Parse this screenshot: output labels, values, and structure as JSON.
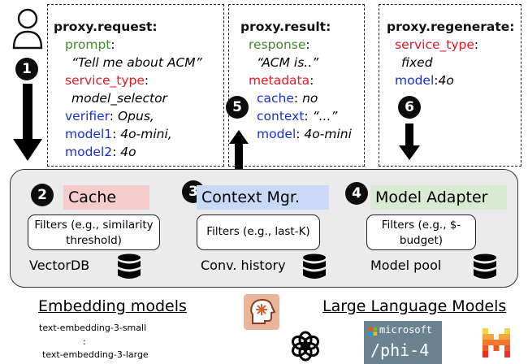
{
  "badges": [
    "1",
    "2",
    "3",
    "4",
    "5",
    "6"
  ],
  "request": {
    "title": "proxy.request:",
    "prompt_key": "prompt",
    "prompt_value": "“Tell me about ACM”",
    "service_key": "service_type",
    "service_value": "model_selector",
    "verifier_key": "verifier",
    "verifier_value": "Opus,",
    "model1_key": "model1",
    "model1_value": "4o-mini,",
    "model2_key": "model2",
    "model2_value": "4o"
  },
  "result": {
    "title": "proxy.result:",
    "response_key": "response",
    "response_value": "“ACM is..”",
    "metadata_key": "metadata",
    "cache_key": "cache",
    "cache_value": "no",
    "context_key": "context",
    "context_value": "“...”",
    "model_key": "model",
    "model_value": "4o-mini"
  },
  "regenerate": {
    "title": "proxy.regenerate:",
    "service_key": "service_type",
    "service_value": "fixed",
    "model_key": "model",
    "model_value": "4o"
  },
  "modules": {
    "cache": {
      "title": "Cache",
      "filter": "Filters (e.g., similarity threshold)",
      "footer": "VectorDB",
      "color": "#f4cccc"
    },
    "context": {
      "title": "Context Mgr.",
      "filter": "Filters (e.g., last-K)",
      "footer": "Conv. history",
      "color": "#c9daf8"
    },
    "adapter": {
      "title": "Model Adapter",
      "filter": "Filters (e.g., $-budget)",
      "footer": "Model pool",
      "color": "#d9ead3"
    }
  },
  "bottom": {
    "embedding_title": "Embedding models",
    "embedding_items": [
      "text-embedding-3-small",
      ":",
      "text-embedding-3-large"
    ],
    "llm_title": "Large Language Models",
    "logo_microsoft_top": "microsoft",
    "logo_microsoft_bottom": "/phi-4"
  },
  "icons": [
    "user-icon",
    "database-icon",
    "claude-logo-icon",
    "openai-logo-icon",
    "microsoft-logo-icon",
    "mistral-logo-icon"
  ]
}
